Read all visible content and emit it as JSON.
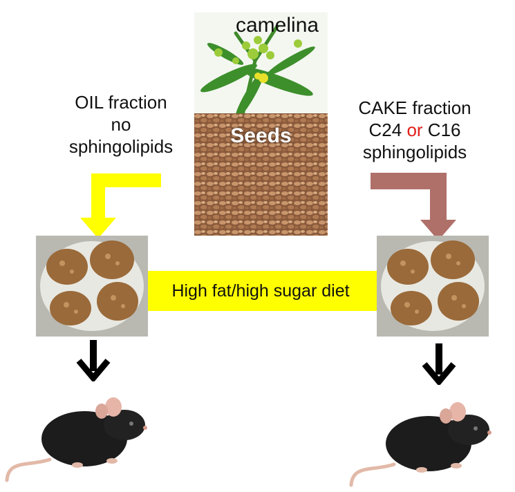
{
  "labels": {
    "camelina": "camelina",
    "seeds": "Seeds",
    "oil_line1": "OIL fraction",
    "oil_line2": "no",
    "oil_line3": "sphingolipids",
    "cake_line1": "CAKE fraction",
    "cake_c24": "C24",
    "cake_or": "or",
    "cake_c16": "C16",
    "cake_line3": "sphingolipids",
    "diet": "High fat/high sugar diet"
  },
  "colors": {
    "oil_arrow": "#ffff00",
    "cake_arrow": "#b0706a",
    "diet_bar": "#ffff00",
    "or_text": "#e0201a"
  },
  "icons": {
    "down_arrow": "black-down-arrow-icon",
    "mouse": "mouse-icon"
  }
}
